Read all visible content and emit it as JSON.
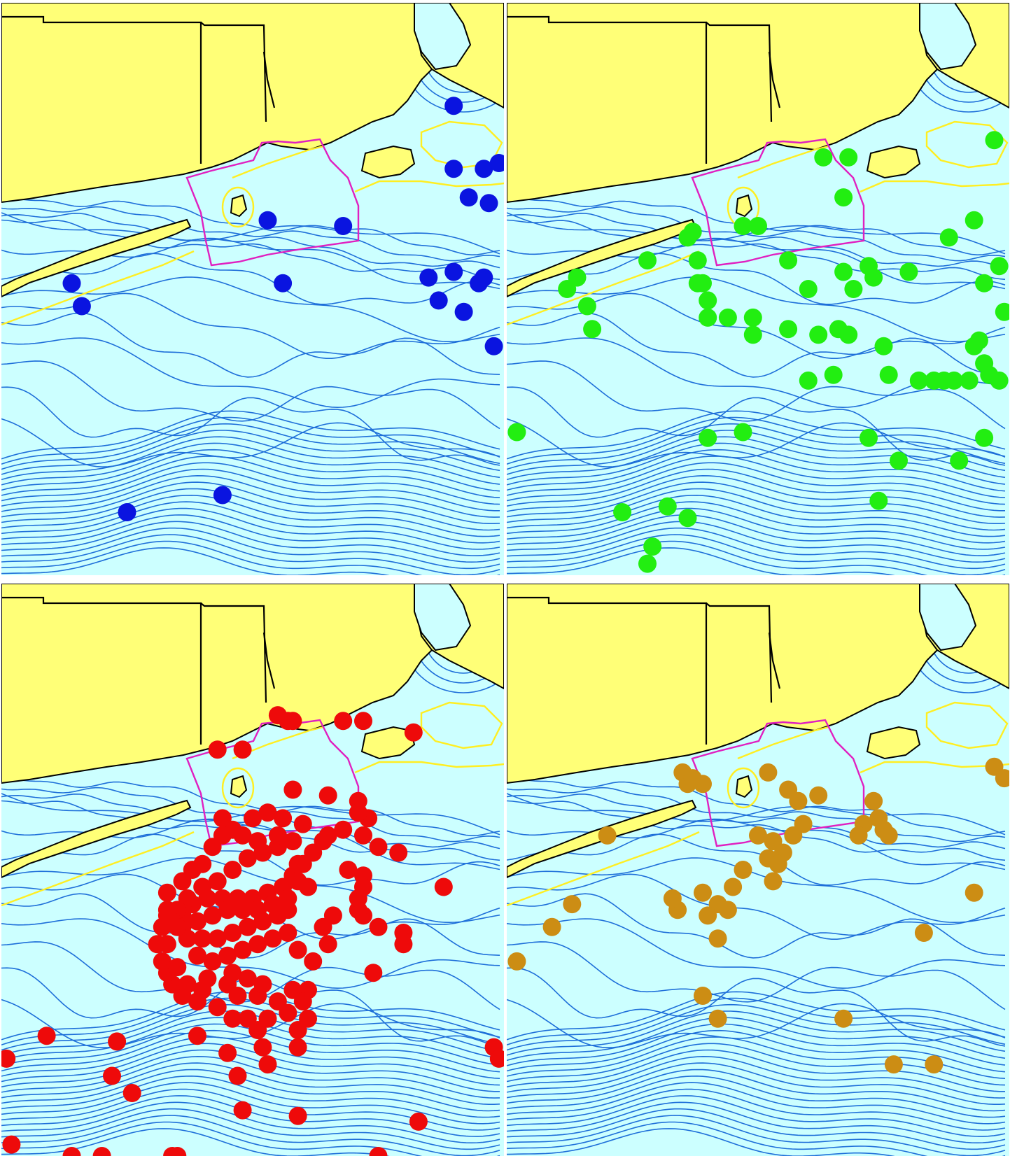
{
  "figure": {
    "layout": "2x2",
    "description_panels": [
      "top-left",
      "top-right",
      "bottom-left",
      "bottom-right"
    ]
  },
  "colors": {
    "land": "#ffff77",
    "water": "#ccffff",
    "contour": "#1e6fd9",
    "state_border": "#000000",
    "coastline": "#000000",
    "magenta_boundary": "#e020c0",
    "yellow_boundary": "#ffee22"
  },
  "panels": [
    {
      "id": "top-left",
      "marker_color": "#0a14e0",
      "markers": [
        [
          0.9,
          0.29
        ],
        [
          0.93,
          0.34
        ],
        [
          0.68,
          0.39
        ],
        [
          0.56,
          0.49
        ],
        [
          0.53,
          0.38
        ],
        [
          0.85,
          0.48
        ],
        [
          0.9,
          0.47
        ],
        [
          0.87,
          0.52
        ],
        [
          0.92,
          0.54
        ],
        [
          0.98,
          0.6
        ],
        [
          0.9,
          0.18
        ],
        [
          0.96,
          0.29
        ],
        [
          0.97,
          0.35
        ],
        [
          0.96,
          0.48
        ],
        [
          0.14,
          0.49
        ],
        [
          0.16,
          0.53
        ],
        [
          0.25,
          0.89
        ],
        [
          0.44,
          0.86
        ],
        [
          0.99,
          0.28
        ],
        [
          0.95,
          0.49
        ]
      ]
    },
    {
      "id": "top-right",
      "marker_color": "#22ee11",
      "markers": [
        [
          0.63,
          0.27
        ],
        [
          0.68,
          0.27
        ],
        [
          0.97,
          0.24
        ],
        [
          0.67,
          0.34
        ],
        [
          0.93,
          0.38
        ],
        [
          0.37,
          0.4
        ],
        [
          0.47,
          0.39
        ],
        [
          0.5,
          0.39
        ],
        [
          0.36,
          0.41
        ],
        [
          0.38,
          0.45
        ],
        [
          0.39,
          0.49
        ],
        [
          0.4,
          0.52
        ],
        [
          0.28,
          0.45
        ],
        [
          0.56,
          0.45
        ],
        [
          0.72,
          0.46
        ],
        [
          0.73,
          0.48
        ],
        [
          0.8,
          0.47
        ],
        [
          0.67,
          0.47
        ],
        [
          0.88,
          0.41
        ],
        [
          0.98,
          0.46
        ],
        [
          0.95,
          0.49
        ],
        [
          0.14,
          0.48
        ],
        [
          0.16,
          0.53
        ],
        [
          0.17,
          0.57
        ],
        [
          0.4,
          0.55
        ],
        [
          0.44,
          0.55
        ],
        [
          0.49,
          0.55
        ],
        [
          0.49,
          0.58
        ],
        [
          0.56,
          0.57
        ],
        [
          0.62,
          0.58
        ],
        [
          0.66,
          0.57
        ],
        [
          0.68,
          0.58
        ],
        [
          0.6,
          0.5
        ],
        [
          0.69,
          0.5
        ],
        [
          0.99,
          0.54
        ],
        [
          0.94,
          0.59
        ],
        [
          0.93,
          0.6
        ],
        [
          0.95,
          0.63
        ],
        [
          0.96,
          0.65
        ],
        [
          0.98,
          0.66
        ],
        [
          0.75,
          0.6
        ],
        [
          0.76,
          0.65
        ],
        [
          0.82,
          0.66
        ],
        [
          0.85,
          0.66
        ],
        [
          0.87,
          0.66
        ],
        [
          0.89,
          0.66
        ],
        [
          0.92,
          0.66
        ],
        [
          0.65,
          0.65
        ],
        [
          0.6,
          0.66
        ],
        [
          0.02,
          0.75
        ],
        [
          0.4,
          0.76
        ],
        [
          0.47,
          0.75
        ],
        [
          0.72,
          0.76
        ],
        [
          0.95,
          0.76
        ],
        [
          0.9,
          0.8
        ],
        [
          0.78,
          0.8
        ],
        [
          0.74,
          0.87
        ],
        [
          0.23,
          0.89
        ],
        [
          0.32,
          0.88
        ],
        [
          0.36,
          0.9
        ],
        [
          0.29,
          0.95
        ],
        [
          0.28,
          0.98
        ],
        [
          0.12,
          0.5
        ],
        [
          0.38,
          0.49
        ]
      ]
    },
    {
      "id": "bottom-left",
      "marker_color": "#ee0a0a",
      "markers": [
        [
          0.55,
          0.23
        ],
        [
          0.57,
          0.24
        ],
        [
          0.58,
          0.24
        ],
        [
          0.68,
          0.24
        ],
        [
          0.72,
          0.24
        ],
        [
          0.82,
          0.26
        ],
        [
          0.43,
          0.29
        ],
        [
          0.48,
          0.29
        ],
        [
          0.58,
          0.36
        ],
        [
          0.65,
          0.37
        ],
        [
          0.71,
          0.38
        ],
        [
          0.73,
          0.41
        ],
        [
          0.71,
          0.4
        ],
        [
          0.68,
          0.43
        ],
        [
          0.65,
          0.44
        ],
        [
          0.72,
          0.44
        ],
        [
          0.75,
          0.46
        ],
        [
          0.79,
          0.47
        ],
        [
          0.64,
          0.45
        ],
        [
          0.6,
          0.42
        ],
        [
          0.56,
          0.41
        ],
        [
          0.53,
          0.4
        ],
        [
          0.5,
          0.41
        ],
        [
          0.46,
          0.43
        ],
        [
          0.44,
          0.44
        ],
        [
          0.42,
          0.46
        ],
        [
          0.4,
          0.49
        ],
        [
          0.38,
          0.5
        ],
        [
          0.36,
          0.52
        ],
        [
          0.33,
          0.54
        ],
        [
          0.33,
          0.57
        ],
        [
          0.36,
          0.58
        ],
        [
          0.38,
          0.56
        ],
        [
          0.41,
          0.55
        ],
        [
          0.44,
          0.55
        ],
        [
          0.47,
          0.55
        ],
        [
          0.5,
          0.55
        ],
        [
          0.53,
          0.54
        ],
        [
          0.56,
          0.53
        ],
        [
          0.58,
          0.51
        ],
        [
          0.6,
          0.49
        ],
        [
          0.62,
          0.47
        ],
        [
          0.58,
          0.45
        ],
        [
          0.55,
          0.46
        ],
        [
          0.52,
          0.47
        ],
        [
          0.49,
          0.48
        ],
        [
          0.46,
          0.5
        ],
        [
          0.43,
          0.52
        ],
        [
          0.4,
          0.53
        ],
        [
          0.37,
          0.55
        ],
        [
          0.35,
          0.57
        ],
        [
          0.34,
          0.59
        ],
        [
          0.36,
          0.6
        ],
        [
          0.39,
          0.59
        ],
        [
          0.42,
          0.58
        ],
        [
          0.45,
          0.57
        ],
        [
          0.48,
          0.57
        ],
        [
          0.51,
          0.57
        ],
        [
          0.54,
          0.56
        ],
        [
          0.57,
          0.55
        ],
        [
          0.55,
          0.58
        ],
        [
          0.52,
          0.59
        ],
        [
          0.49,
          0.6
        ],
        [
          0.46,
          0.61
        ],
        [
          0.43,
          0.62
        ],
        [
          0.4,
          0.62
        ],
        [
          0.37,
          0.62
        ],
        [
          0.35,
          0.6
        ],
        [
          0.33,
          0.58
        ],
        [
          0.39,
          0.65
        ],
        [
          0.42,
          0.66
        ],
        [
          0.45,
          0.65
        ],
        [
          0.48,
          0.64
        ],
        [
          0.51,
          0.63
        ],
        [
          0.54,
          0.62
        ],
        [
          0.57,
          0.61
        ],
        [
          0.59,
          0.49
        ],
        [
          0.59,
          0.52
        ],
        [
          0.61,
          0.53
        ],
        [
          0.57,
          0.57
        ],
        [
          0.44,
          0.41
        ],
        [
          0.48,
          0.44
        ],
        [
          0.51,
          0.45
        ],
        [
          0.55,
          0.44
        ],
        [
          0.41,
          0.69
        ],
        [
          0.45,
          0.7
        ],
        [
          0.47,
          0.72
        ],
        [
          0.51,
          0.72
        ],
        [
          0.55,
          0.73
        ],
        [
          0.57,
          0.75
        ],
        [
          0.53,
          0.76
        ],
        [
          0.49,
          0.76
        ],
        [
          0.46,
          0.76
        ],
        [
          0.43,
          0.74
        ],
        [
          0.39,
          0.73
        ],
        [
          0.36,
          0.72
        ],
        [
          0.34,
          0.7
        ],
        [
          0.33,
          0.68
        ],
        [
          0.32,
          0.66
        ],
        [
          0.35,
          0.67
        ],
        [
          0.37,
          0.7
        ],
        [
          0.4,
          0.71
        ],
        [
          0.46,
          0.68
        ],
        [
          0.49,
          0.69
        ],
        [
          0.52,
          0.7
        ],
        [
          0.61,
          0.71
        ],
        [
          0.66,
          0.58
        ],
        [
          0.72,
          0.58
        ],
        [
          0.75,
          0.6
        ],
        [
          0.8,
          0.61
        ],
        [
          0.71,
          0.57
        ],
        [
          0.64,
          0.6
        ],
        [
          0.59,
          0.64
        ],
        [
          0.62,
          0.66
        ],
        [
          0.65,
          0.63
        ],
        [
          0.71,
          0.55
        ],
        [
          0.72,
          0.51
        ],
        [
          0.72,
          0.53
        ],
        [
          0.69,
          0.5
        ],
        [
          0.61,
          0.76
        ],
        [
          0.32,
          0.6
        ],
        [
          0.31,
          0.63
        ],
        [
          0.33,
          0.63
        ],
        [
          0.39,
          0.79
        ],
        [
          0.45,
          0.82
        ],
        [
          0.51,
          0.78
        ],
        [
          0.52,
          0.81
        ],
        [
          0.53,
          0.84
        ],
        [
          0.59,
          0.78
        ],
        [
          0.47,
          0.86
        ],
        [
          0.88,
          0.53
        ],
        [
          0.8,
          0.63
        ],
        [
          0.74,
          0.68
        ],
        [
          0.58,
          0.71
        ],
        [
          0.6,
          0.73
        ],
        [
          0.59,
          0.81
        ],
        [
          0.23,
          0.8
        ],
        [
          0.22,
          0.86
        ],
        [
          0.26,
          0.89
        ],
        [
          0.48,
          0.92
        ],
        [
          0.59,
          0.93
        ],
        [
          0.83,
          0.94
        ],
        [
          0.98,
          0.81
        ],
        [
          0.99,
          0.83
        ],
        [
          0.09,
          0.79
        ],
        [
          0.01,
          0.83
        ],
        [
          0.02,
          0.98
        ],
        [
          0.75,
          1.0
        ],
        [
          0.14,
          1.0
        ],
        [
          0.2,
          1.0
        ],
        [
          0.34,
          1.0
        ],
        [
          0.35,
          1.0
        ]
      ]
    },
    {
      "id": "bottom-right",
      "marker_color": "#cc8d14",
      "markers": [
        [
          0.35,
          0.33
        ],
        [
          0.36,
          0.35
        ],
        [
          0.37,
          0.34
        ],
        [
          0.39,
          0.35
        ],
        [
          0.52,
          0.33
        ],
        [
          0.56,
          0.36
        ],
        [
          0.58,
          0.38
        ],
        [
          0.62,
          0.37
        ],
        [
          0.59,
          0.42
        ],
        [
          0.57,
          0.44
        ],
        [
          0.5,
          0.44
        ],
        [
          0.53,
          0.45
        ],
        [
          0.52,
          0.48
        ],
        [
          0.55,
          0.47
        ],
        [
          0.54,
          0.49
        ],
        [
          0.53,
          0.52
        ],
        [
          0.47,
          0.5
        ],
        [
          0.45,
          0.53
        ],
        [
          0.42,
          0.56
        ],
        [
          0.4,
          0.58
        ],
        [
          0.44,
          0.57
        ],
        [
          0.39,
          0.54
        ],
        [
          0.34,
          0.57
        ],
        [
          0.33,
          0.55
        ],
        [
          0.73,
          0.38
        ],
        [
          0.74,
          0.41
        ],
        [
          0.75,
          0.43
        ],
        [
          0.76,
          0.44
        ],
        [
          0.71,
          0.42
        ],
        [
          0.7,
          0.44
        ],
        [
          0.97,
          0.32
        ],
        [
          0.99,
          0.34
        ],
        [
          0.2,
          0.44
        ],
        [
          0.13,
          0.56
        ],
        [
          0.09,
          0.6
        ],
        [
          0.02,
          0.66
        ],
        [
          0.42,
          0.62
        ],
        [
          0.39,
          0.72
        ],
        [
          0.93,
          0.54
        ],
        [
          0.83,
          0.61
        ],
        [
          0.42,
          0.76
        ],
        [
          0.67,
          0.76
        ],
        [
          0.77,
          0.84
        ],
        [
          0.85,
          0.84
        ]
      ]
    }
  ]
}
